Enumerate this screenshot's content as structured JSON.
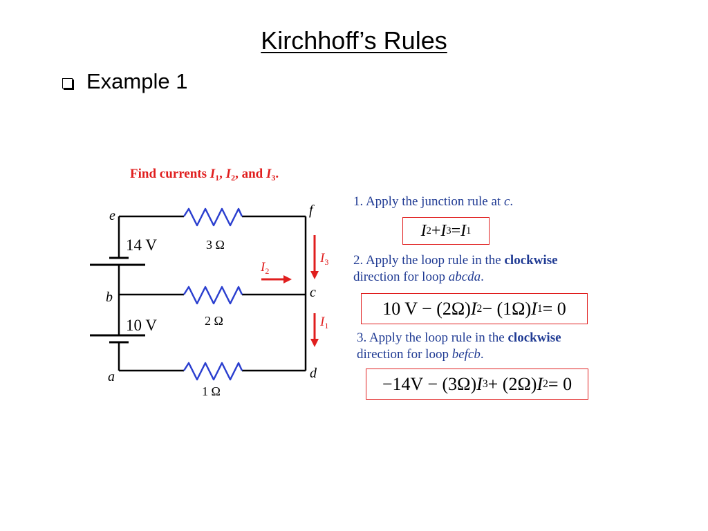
{
  "slide": {
    "title": "Kirchhoff’s Rules",
    "bullet": "Example 1"
  },
  "diagram": {
    "heading": {
      "prefix": "Find currents ",
      "i1": "I",
      "i1_sub": "1",
      "sep1": ", ",
      "i2": "I",
      "i2_sub": "2",
      "sep2": ", and ",
      "i3": "I",
      "i3_sub": "3",
      "suffix": "."
    },
    "nodes": {
      "e": "e",
      "f": "f",
      "b": "b",
      "c": "c",
      "a": "a",
      "d": "d"
    },
    "batteries": {
      "top": "14 V",
      "bottom": "10 V"
    },
    "resistors": {
      "top": "3 Ω",
      "middle": "2 Ω",
      "bottom": "1 Ω"
    },
    "currents": {
      "i2": "I",
      "i2_sub": "2",
      "i3": "I",
      "i3_sub": "3",
      "i1": "I",
      "i1_sub": "1"
    },
    "colors": {
      "wire": "#000000",
      "resistor": "#2b3fcf",
      "arrow": "#e01e1e",
      "heading": "#e01e1e",
      "step_text": "#1f3a93"
    }
  },
  "steps": {
    "step1": {
      "pre": "1. Apply the junction rule at ",
      "em": "c",
      "post": "."
    },
    "step2": {
      "line1_pre": "2. Apply the loop rule in the ",
      "bold": "clockwise",
      "line2_pre": "direction for loop ",
      "em": "abcda",
      "post": "."
    },
    "step3": {
      "line1_pre": "3. Apply the loop rule in the ",
      "bold": "clockwise",
      "line2_pre": "direction for loop ",
      "em": "befcb",
      "post": "."
    }
  },
  "equations": {
    "eq1": {
      "a": "I",
      "a_sub": "2",
      "op1": " + ",
      "b": "I",
      "b_sub": "3",
      "op2": " = ",
      "c": "I",
      "c_sub": "1"
    },
    "eq2": {
      "t1": "10 V − (2Ω)",
      "v1": "I",
      "v1_sub": "2",
      "t2": " − (1Ω)",
      "v2": "I",
      "v2_sub": "1",
      "t3": " = 0"
    },
    "eq3": {
      "t1": "−14V − (3Ω)",
      "v1": "I",
      "v1_sub": "3",
      "t2": " + (2Ω)",
      "v2": "I",
      "v2_sub": "2",
      "t3": " = 0"
    }
  }
}
